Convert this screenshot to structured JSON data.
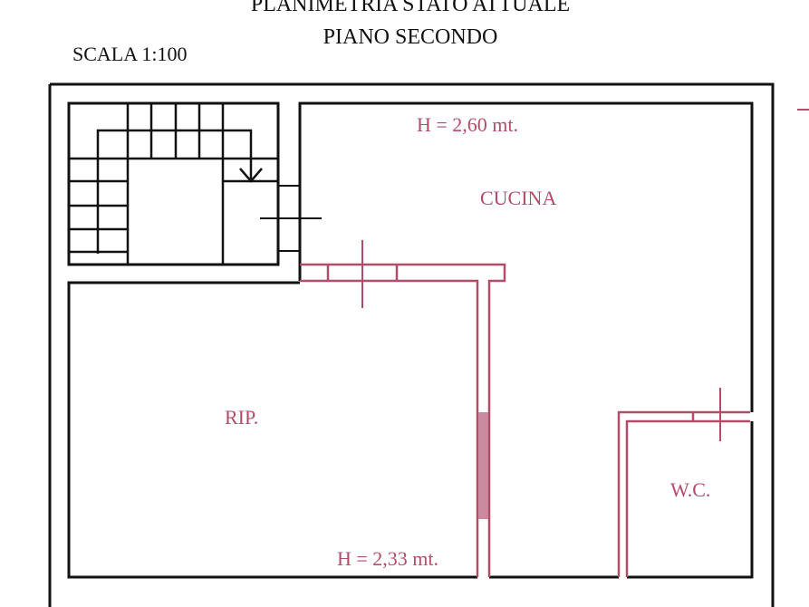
{
  "header": {
    "title_line1": "PLANIMETRIA STATO ATTUALE",
    "title_line2": "PIANO SECONDO",
    "scale": "SCALA 1:100"
  },
  "rooms": {
    "kitchen": {
      "name": "CUCINA",
      "height": "H = 2,60 mt."
    },
    "storage": {
      "name": "RIP.",
      "height": "H = 2,33 mt."
    },
    "wc": {
      "name": "W.C."
    }
  },
  "colors": {
    "existing_walls": "#111111",
    "new_walls": "#b24d69"
  }
}
